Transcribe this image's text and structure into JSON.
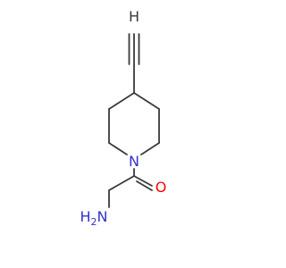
{
  "molecule": {
    "atoms": {
      "ring_nitrogen": "N",
      "carbonyl_oxygen": "O",
      "amine": "H2N",
      "terminal_alkyne_h": "H"
    },
    "colors": {
      "nitrogen": "#3333cc",
      "oxygen": "#ff0000",
      "carbon": "#3a3a3a"
    }
  }
}
